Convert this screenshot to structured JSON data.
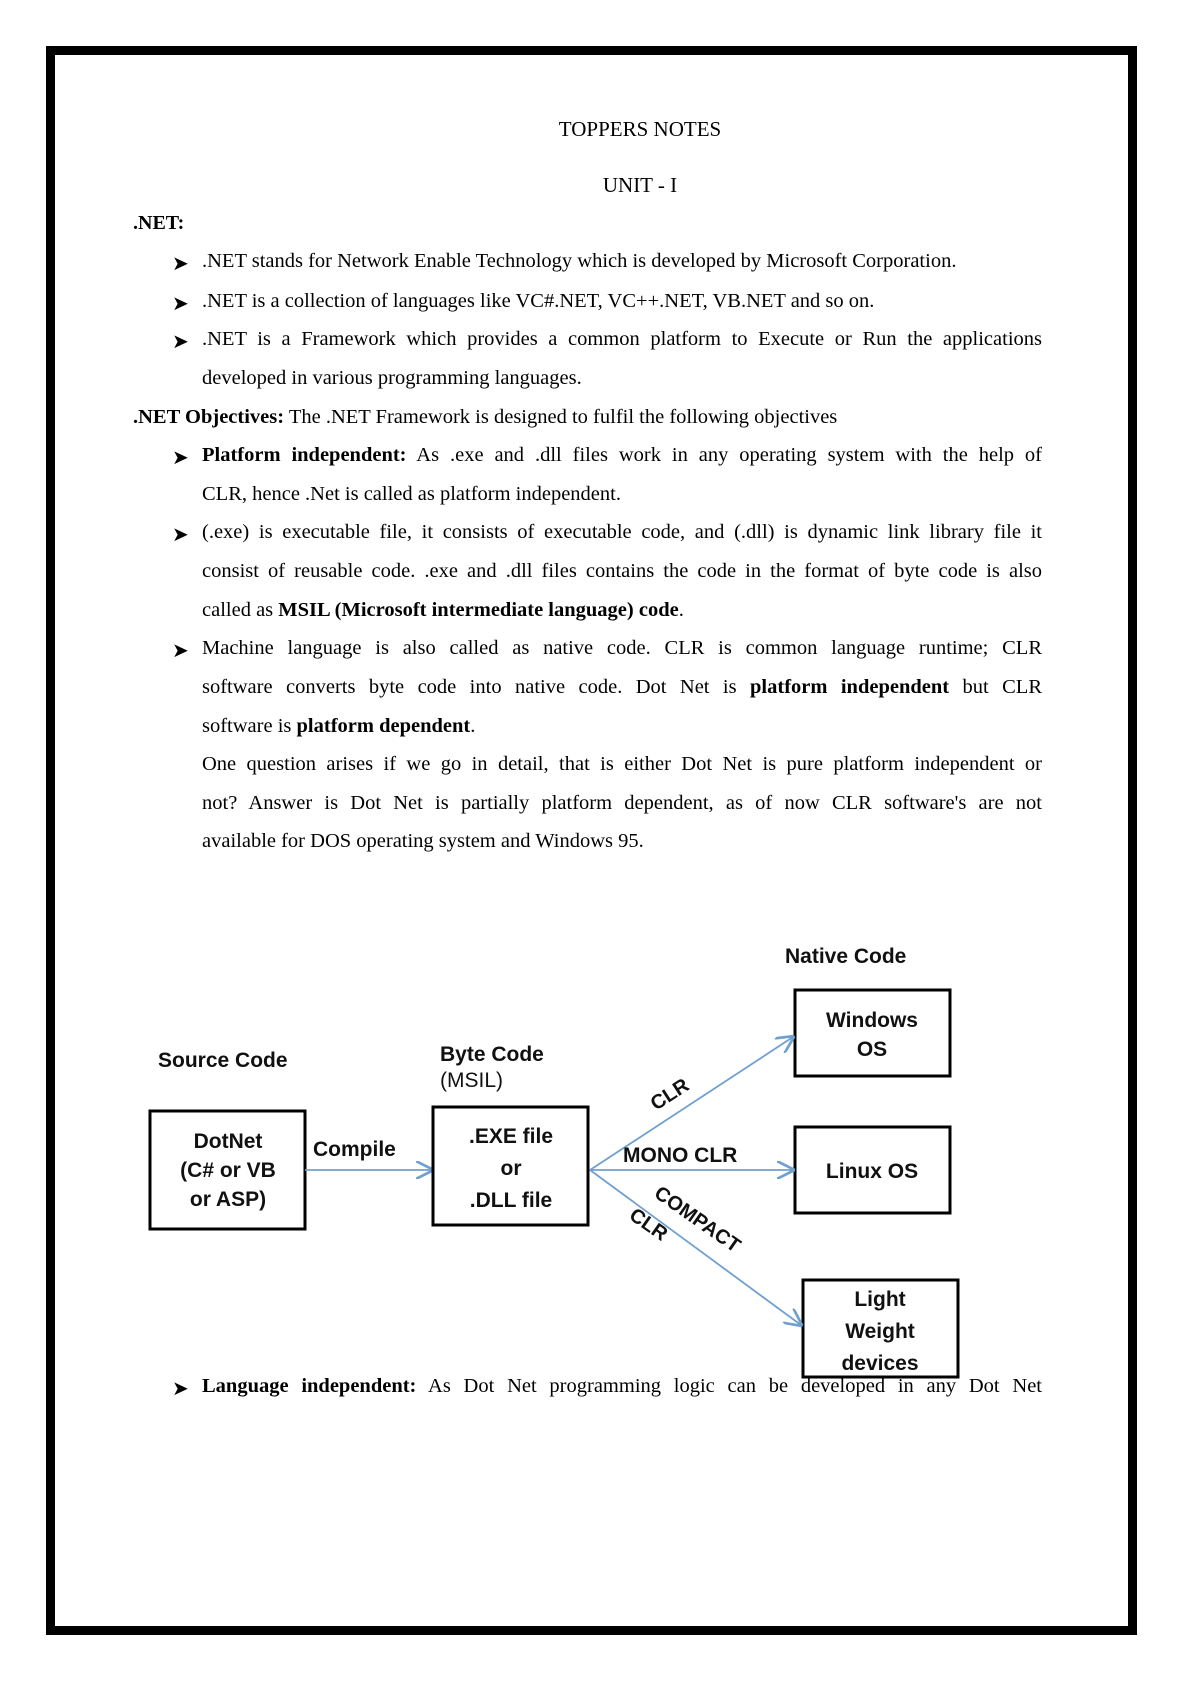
{
  "header": {
    "title": "TOPPERS NOTES",
    "unit": "UNIT - I"
  },
  "net_section": {
    "heading": ".NET:",
    "bullets": [
      ".NET stands for Network Enable Technology which is developed by Microsoft Corporation.",
      ".NET is a collection of languages like VC#.NET, VC++.NET, VB.NET and so on.",
      ".NET is a Framework which provides a common platform to Execute or Run the applications",
      "developed in various programming languages."
    ]
  },
  "objectives": {
    "heading": ".NET Objectives:",
    "intro": " The .NET Framework is designed to fulfil the following objectives",
    "platform_label": "Platform independent:",
    "platform_text": " As .exe and .dll files work in any operating system with the help of",
    "platform_line2": "CLR, hence .Net is called as platform independent.",
    "exe_line1": "(.exe) is executable file, it consists of executable code, and (.dll) is dynamic link library file it",
    "exe_line2": "consist of reusable code. .exe and .dll files contains the code in the format of byte code is also",
    "exe_line3_pre": "called as ",
    "exe_line3_bold": "MSIL (Microsoft intermediate language) code",
    "exe_line3_post": ".",
    "machine_line1": "Machine language is also called as native code. CLR is common language runtime; CLR",
    "machine_line2_pre": "software converts byte code into native code. Dot Net is ",
    "machine_line2_bold": "platform independent",
    "machine_line2_post": " but CLR",
    "machine_line3_pre": "software is ",
    "machine_line3_bold": "platform dependent",
    "machine_line3_post": ".",
    "question_line1": "One question arises if we go in detail, that is either Dot Net is pure platform independent or",
    "question_line2": "not? Answer is Dot Net is partially platform dependent, as of now CLR software's are not",
    "question_line3": "available for DOS operating system and Windows 95."
  },
  "diagram": {
    "native_code_label": "Native Code",
    "source_code_label": "Source Code",
    "byte_code_label": "Byte Code",
    "msil_label": "(MSIL)",
    "dotnet_box": [
      "DotNet",
      "(C# or VB",
      "or ASP)"
    ],
    "compile_label": "Compile",
    "exe_box": [
      ".EXE file",
      "or",
      ".DLL file"
    ],
    "windows_box": [
      "Windows",
      "OS"
    ],
    "linux_box": "Linux OS",
    "light_box": [
      "Light",
      "Weight",
      "devices"
    ],
    "clr_label": "CLR",
    "mono_label": "MONO CLR",
    "compact_label": "COMPACT",
    "compact_clr_label": "CLR"
  },
  "language": {
    "label": "Language independent:",
    "text": " As Dot Net programming logic can be developed in any Dot Net"
  }
}
